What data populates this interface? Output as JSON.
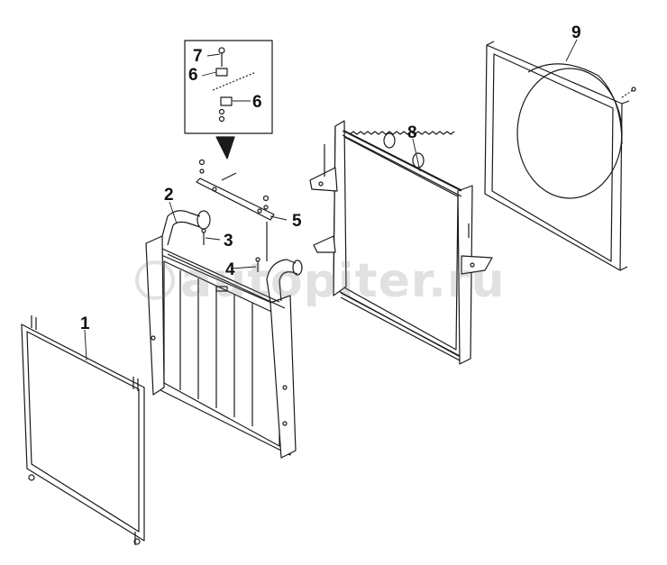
{
  "watermark": {
    "text": "autopiter.ru",
    "logo_symbol": "a"
  },
  "callouts": {
    "c1": "1",
    "c2": "2",
    "c3": "3",
    "c4": "4",
    "c5": "5",
    "c6a": "6",
    "c6b": "6",
    "c7": "7",
    "c8": "8",
    "c9": "9"
  },
  "colors": {
    "line": "#1a1a1a",
    "background": "#ffffff",
    "watermark": "#9a9a9a"
  }
}
